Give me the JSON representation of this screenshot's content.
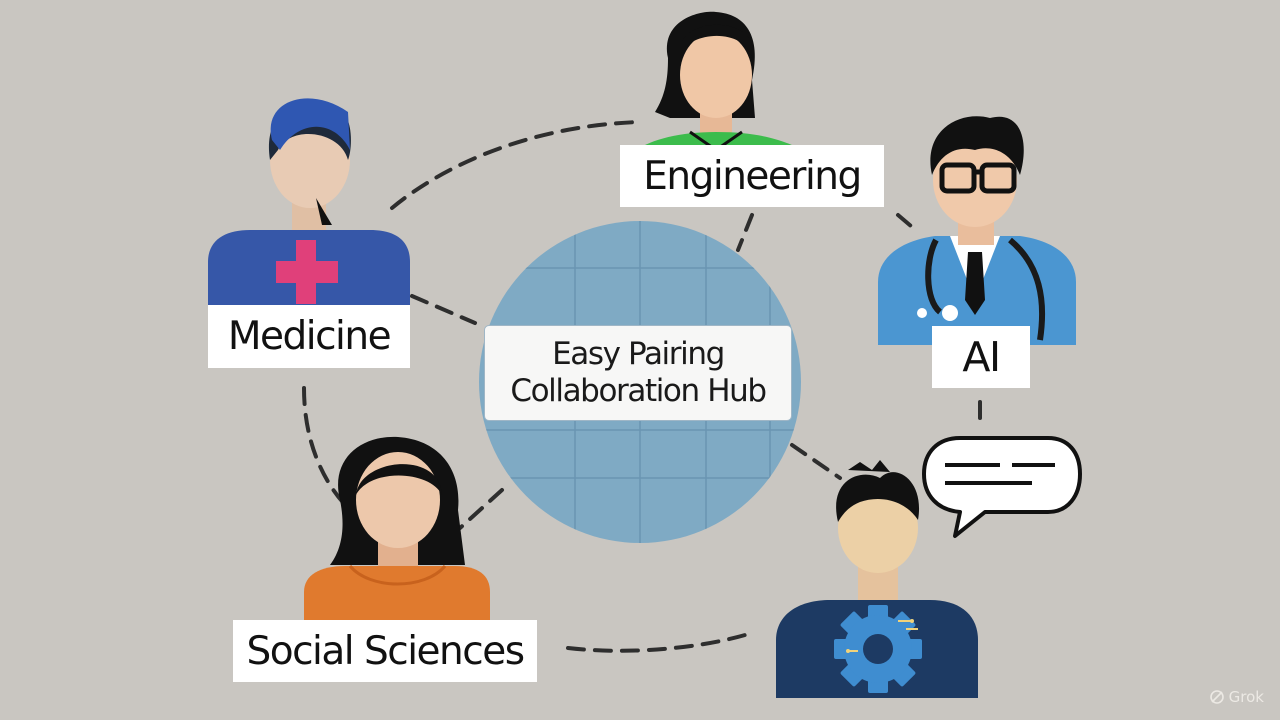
{
  "hub": {
    "line1": "Easy Pairing",
    "line2": "Collaboration Hub"
  },
  "disciplines": {
    "engineering": "Engineering",
    "medicine": "Medicine",
    "ai": "AI",
    "social_sciences": "Social Sciences"
  },
  "watermark": "Grok",
  "colors": {
    "background": "#c9c6c1",
    "hub_circle": "#7faac4",
    "connector": "#2e2e2e",
    "engineering_shirt": "#3cbc4c",
    "medicine_shirt": "#3657a8",
    "medicine_cross": "#e0407a",
    "ai_coat": "#4b96d1",
    "social_shirt": "#e07a2e",
    "gear_shirt": "#1d3a63",
    "gear": "#3f8dd0"
  }
}
